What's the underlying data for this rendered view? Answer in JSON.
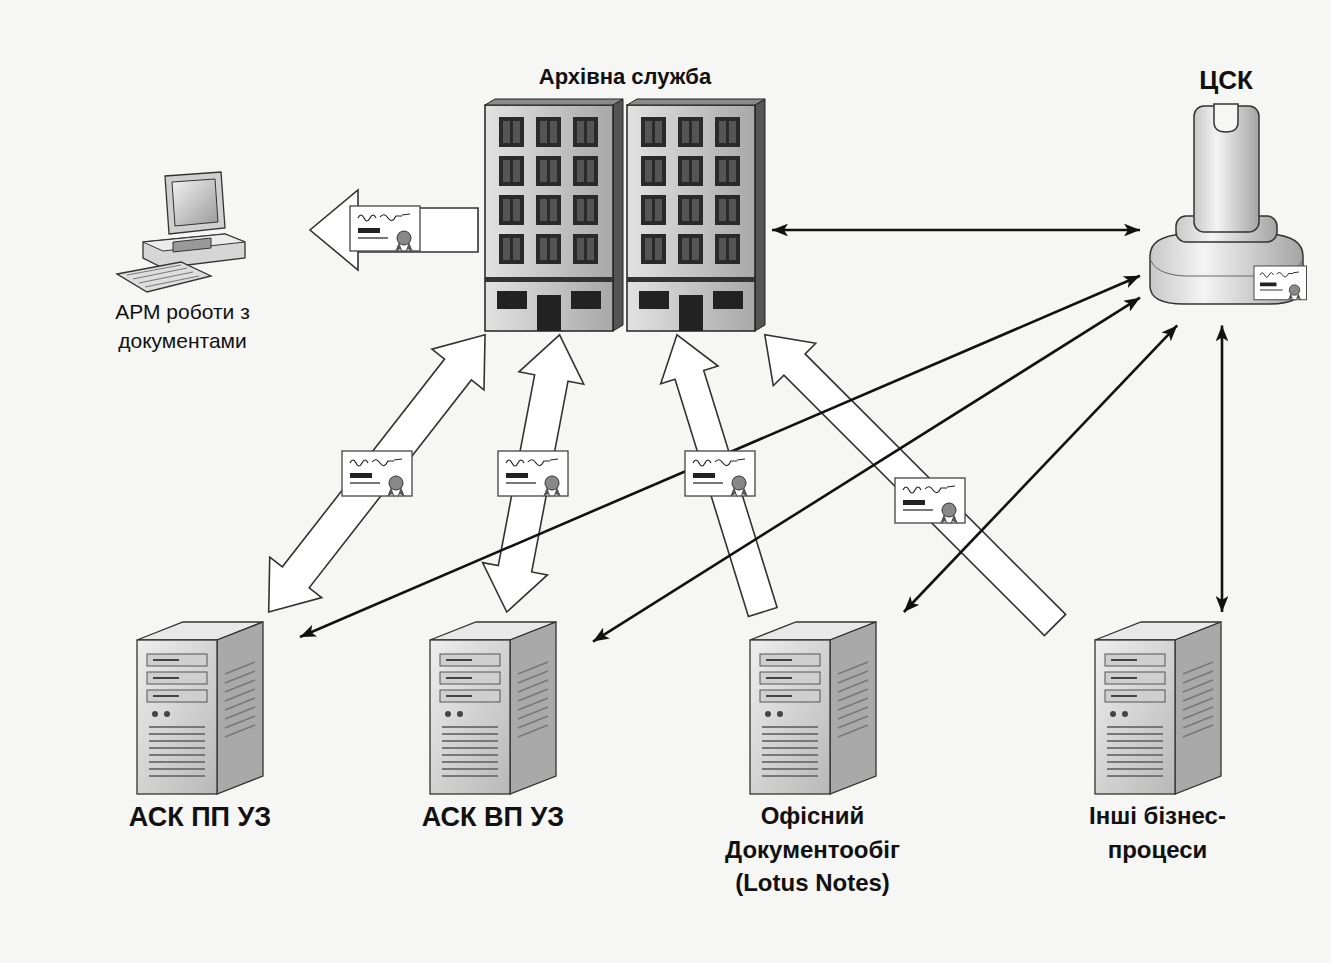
{
  "diagram": {
    "nodes": [
      {
        "text": [
          "Архівна служба"
        ]
      },
      {
        "text": [
          "ЦСК"
        ]
      },
      {
        "text": [
          "АРМ роботи з документами"
        ]
      },
      {
        "text": [
          "АСК ПП УЗ"
        ]
      },
      {
        "text": [
          "АСК ВП УЗ"
        ]
      },
      {
        "text": [
          "Офісний Документообіг (Lotus Notes)"
        ]
      },
      {
        "text": [
          "Інші бізнес-процеси"
        ]
      }
    ],
    "edges": [
      {
        "from": 0,
        "to": 2,
        "arrow": "to"
      },
      {
        "from": 0,
        "to": 1,
        "arrow": "both"
      },
      {
        "from": 3,
        "to": 0,
        "arrow": "both"
      },
      {
        "from": 4,
        "to": 0,
        "arrow": "both"
      },
      {
        "from": 5,
        "to": 0,
        "arrow": "to"
      },
      {
        "from": 6,
        "to": 0,
        "arrow": "to"
      },
      {
        "from": 1,
        "to": 3,
        "arrow": "both"
      },
      {
        "from": 1,
        "to": 4,
        "arrow": "both"
      },
      {
        "from": 1,
        "to": 5,
        "arrow": "both"
      },
      {
        "from": 1,
        "to": 6,
        "arrow": "both"
      }
    ]
  }
}
